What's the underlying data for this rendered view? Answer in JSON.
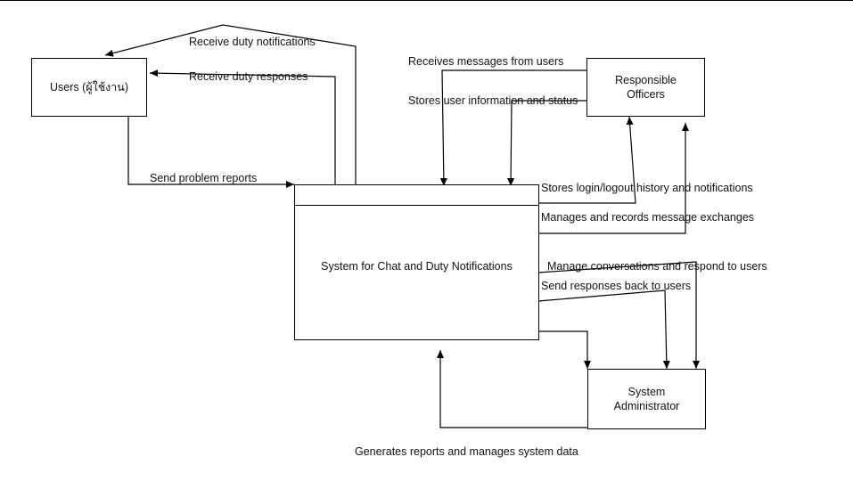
{
  "entities": {
    "users": "Users (ผู้ใช้งาน)",
    "officers_line1": "Responsible",
    "officers_line2": "Officers",
    "system": "System for Chat and Duty Notifications",
    "admin_line1": "System",
    "admin_line2": "Administrator"
  },
  "flows": {
    "receive_duty_notifications": "Receive duty notifications",
    "receive_duty_responses": "Receive duty responses",
    "send_problem_reports": "Send problem reports",
    "receives_messages": "Receives messages from users",
    "stores_user_info": "Stores user information and status",
    "stores_login_history": "Stores login/logout history and notifications",
    "manages_message_exchanges": "Manages and records message exchanges",
    "manage_conversations": "Manage conversations and respond to users",
    "send_responses": "Send responses back to users",
    "generates_reports": "Generates reports and manages system data"
  }
}
